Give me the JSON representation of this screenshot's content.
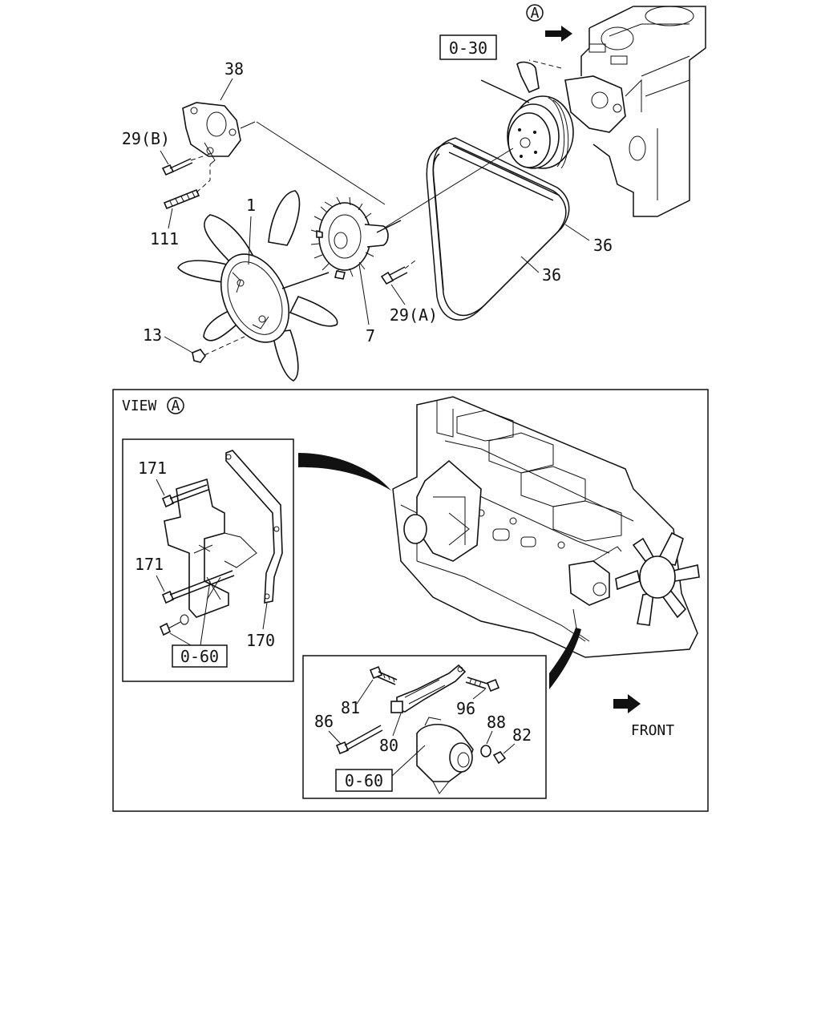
{
  "top": {
    "view_marker": "A",
    "ref_code": "0-30",
    "callouts": {
      "c38": "38",
      "c29b": "29(B)",
      "c111": "111",
      "c1": "1",
      "c13": "13",
      "c7": "7",
      "c29a": "29(A)",
      "c36a": "36",
      "c36b": "36"
    }
  },
  "view_a": {
    "title": "VIEW",
    "marker": "A",
    "left_inset": {
      "c171a": "171",
      "c171b": "171",
      "c170": "170",
      "ref_code": "0-60"
    },
    "right_inset": {
      "c81": "81",
      "c96": "96",
      "c86": "86",
      "c88": "88",
      "c82": "82",
      "c80": "80",
      "ref_code": "0-60"
    },
    "front_label": "FRONT"
  }
}
